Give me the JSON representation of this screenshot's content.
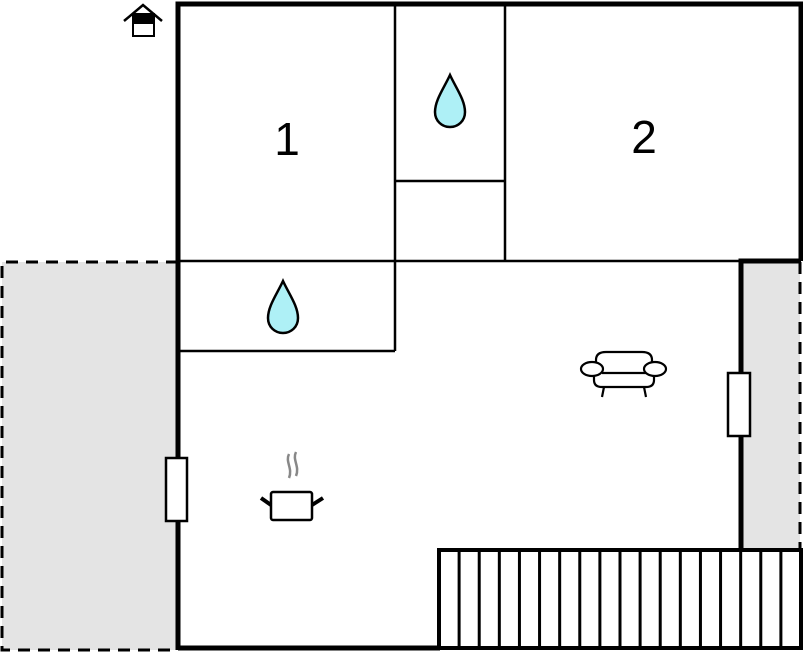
{
  "floorplan": {
    "rooms": [
      {
        "id": "bedroom-1",
        "label": "1",
        "type": "bedroom"
      },
      {
        "id": "bedroom-2",
        "label": "2",
        "type": "bedroom"
      },
      {
        "id": "bathroom-upper",
        "label": "",
        "type": "bathroom",
        "icon": "water-drop-icon"
      },
      {
        "id": "bathroom-lower",
        "label": "",
        "type": "bathroom",
        "icon": "water-drop-icon"
      },
      {
        "id": "closet",
        "label": "",
        "type": "storage"
      },
      {
        "id": "living-kitchen",
        "label": "",
        "type": "living",
        "icons": [
          "sofa-icon",
          "cooking-pot-icon"
        ]
      },
      {
        "id": "terrace-left",
        "label": "",
        "type": "terrace"
      },
      {
        "id": "terrace-right",
        "label": "",
        "type": "terrace"
      }
    ],
    "entrance_icon": "house-entrance-icon",
    "stairs_steps": 18,
    "colors": {
      "wall": "#000000",
      "terrace_fill": "#e4e4e4",
      "water_drop": "#aef0f6",
      "steam": "#888888",
      "background": "#ffffff"
    }
  }
}
